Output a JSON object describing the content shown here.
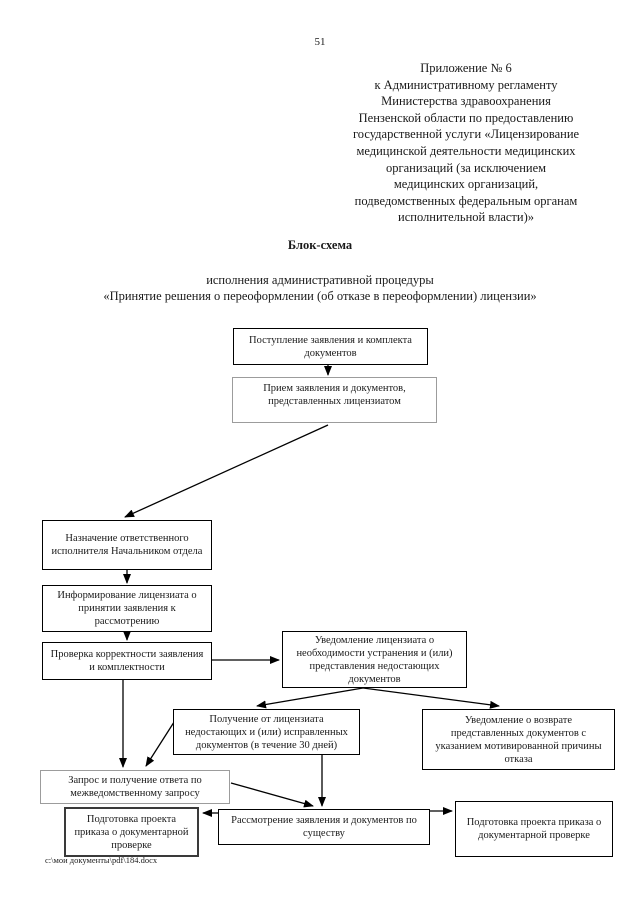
{
  "page": {
    "number": "51",
    "footer_path": "c:\\мои документы\\pdf\\184.docx"
  },
  "header": {
    "lines": [
      "Приложение № 6",
      "к Административному регламенту",
      "Министерства здравоохранения",
      "Пензенской области по предоставлению",
      "государственной услуги «Лицензирование",
      "медицинской деятельности медицинских",
      "организаций (за исключением",
      "медицинских организаций,",
      "подведомственных федеральным органам",
      "исполнительной власти)»"
    ]
  },
  "title": {
    "heading": "Блок-схема",
    "subtitle_line1": "исполнения административной процедуры",
    "subtitle_line2": "«Принятие решения о переоформлении (об отказе в переоформлении) лицензии»"
  },
  "flowchart": {
    "boxes": [
      {
        "id": "b1",
        "text": "Поступление заявления и комплекта документов"
      },
      {
        "id": "b2",
        "text": "Прием заявления и документов, представленных лицензиатом"
      },
      {
        "id": "b3",
        "text": "Назначение ответственного исполнителя Начальником отдела"
      },
      {
        "id": "b4",
        "text": "Информирование лицензиата о принятии заявления к рассмотрению"
      },
      {
        "id": "b5",
        "text": "Проверка корректности заявления и комплектности"
      },
      {
        "id": "b6",
        "text": "Уведомление лицензиата о необходимости устранения и (или) представления недостающих документов"
      },
      {
        "id": "b7",
        "text": "Получение от лицензиата недостающих и (или) исправленных документов (в течение 30 дней)"
      },
      {
        "id": "b8",
        "text": "Уведомление о возврате представленных документов с указанием мотивированной причины отказа"
      },
      {
        "id": "b9",
        "text": "Запрос и получение ответа по межведомственному запросу"
      },
      {
        "id": "b10",
        "text": "Подготовка проекта приказа о документарной проверке"
      },
      {
        "id": "b11",
        "text": "Рассмотрение заявления и документов по существу"
      },
      {
        "id": "b12",
        "text": "Подготовка проекта приказа о документарной проверке"
      }
    ],
    "connections": [
      {
        "from": "b1",
        "to": "b2"
      },
      {
        "from": "b2",
        "to": "b3"
      },
      {
        "from": "b3",
        "to": "b4"
      },
      {
        "from": "b4",
        "to": "b5"
      },
      {
        "from": "b5",
        "to": "b6"
      },
      {
        "from": "b5",
        "to": "b9"
      },
      {
        "from": "b6",
        "to": "b7"
      },
      {
        "from": "b6",
        "to": "b8"
      },
      {
        "from": "b7",
        "to": "b9"
      },
      {
        "from": "b7",
        "to": "b11"
      },
      {
        "from": "b9",
        "to": "b11"
      },
      {
        "from": "b11",
        "to": "b10"
      },
      {
        "from": "b11",
        "to": "b12"
      }
    ]
  }
}
